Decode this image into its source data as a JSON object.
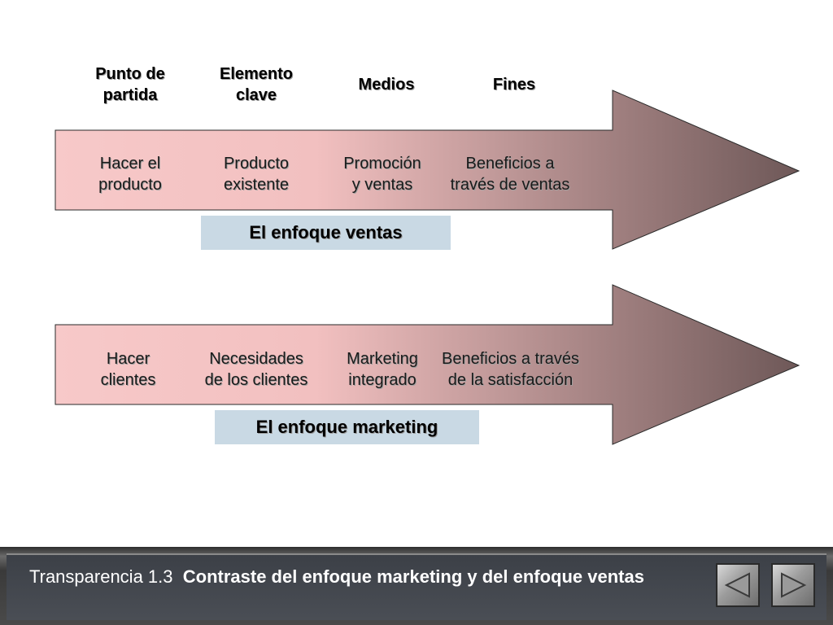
{
  "headers": [
    {
      "key": "punto",
      "text": "Punto de\npartida"
    },
    {
      "key": "elemento",
      "text": "Elemento\nclave"
    },
    {
      "key": "medios",
      "text": "Medios"
    },
    {
      "key": "fines",
      "text": "Fines"
    }
  ],
  "ventas": {
    "cells": [
      "Hacer el\nproducto",
      "Producto\nexistente",
      "Promoción\ny  ventas",
      "Beneficios a\ntravés de ventas"
    ],
    "label": "El enfoque ventas"
  },
  "marketing": {
    "cells": [
      "Hacer\nclientes",
      "Necesidades\nde los clientes",
      "Marketing\nintegrado",
      "Beneficios a través\nde la satisfacción"
    ],
    "label": "El enfoque marketing"
  },
  "footer": {
    "prefix": "Transparencia 1.3",
    "title": "Contraste del enfoque marketing  y del enfoque ventas"
  },
  "nav": {
    "prev_icon": "triangle-left-icon",
    "next_icon": "triangle-right-icon"
  },
  "colors": {
    "arrow_start": "#f7c9c9",
    "arrow_end": "#6e5858",
    "label_bg": "#c9d9e4"
  }
}
